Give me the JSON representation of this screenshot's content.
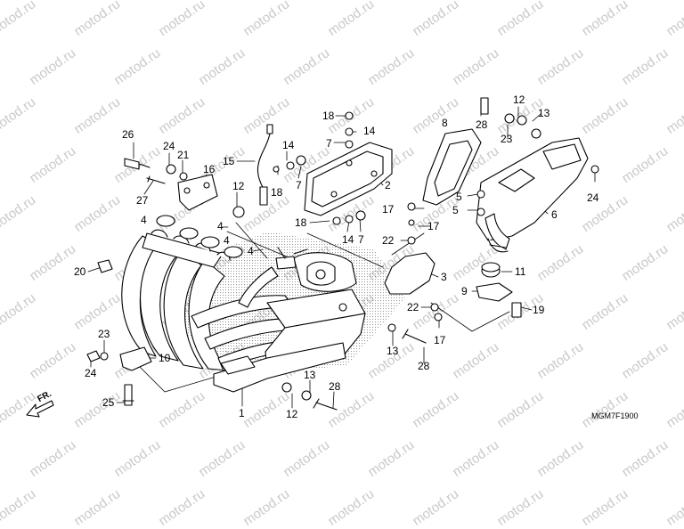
{
  "diagram_code": "MGM7F1900",
  "front_marker": "FR.",
  "watermark_text": "motod.ru",
  "callouts": [
    {
      "id": "c26",
      "label": "26"
    },
    {
      "id": "c24a",
      "label": "24"
    },
    {
      "id": "c21",
      "label": "21"
    },
    {
      "id": "c16",
      "label": "16"
    },
    {
      "id": "c27",
      "label": "27"
    },
    {
      "id": "c15",
      "label": "15"
    },
    {
      "id": "c12a",
      "label": "12"
    },
    {
      "id": "c18a",
      "label": "18"
    },
    {
      "id": "c14a",
      "label": "14"
    },
    {
      "id": "c7a",
      "label": "7"
    },
    {
      "id": "c14b",
      "label": "14"
    },
    {
      "id": "c18b",
      "label": "18"
    },
    {
      "id": "c7b",
      "label": "7"
    },
    {
      "id": "c2",
      "label": "2"
    },
    {
      "id": "c8",
      "label": "8"
    },
    {
      "id": "c28a",
      "label": "28"
    },
    {
      "id": "c12b",
      "label": "12"
    },
    {
      "id": "c13a",
      "label": "13"
    },
    {
      "id": "c23a",
      "label": "23"
    },
    {
      "id": "c24b",
      "label": "24"
    },
    {
      "id": "c5a",
      "label": "5"
    },
    {
      "id": "c5b",
      "label": "5"
    },
    {
      "id": "c6",
      "label": "6"
    },
    {
      "id": "c17a",
      "label": "17"
    },
    {
      "id": "c18c",
      "label": "18"
    },
    {
      "id": "c14c",
      "label": "14"
    },
    {
      "id": "c7c",
      "label": "7"
    },
    {
      "id": "c22a",
      "label": "22"
    },
    {
      "id": "c17b",
      "label": "17"
    },
    {
      "id": "c4a",
      "label": "4"
    },
    {
      "id": "c4b",
      "label": "4"
    },
    {
      "id": "c4c",
      "label": "4"
    },
    {
      "id": "c4d",
      "label": "4"
    },
    {
      "id": "c20",
      "label": "20"
    },
    {
      "id": "c3",
      "label": "3"
    },
    {
      "id": "c11",
      "label": "11"
    },
    {
      "id": "c9",
      "label": "9"
    },
    {
      "id": "c19",
      "label": "19"
    },
    {
      "id": "c22b",
      "label": "22"
    },
    {
      "id": "c17c",
      "label": "17"
    },
    {
      "id": "c13b",
      "label": "13"
    },
    {
      "id": "c28b",
      "label": "28"
    },
    {
      "id": "c23b",
      "label": "23"
    },
    {
      "id": "c24c",
      "label": "24"
    },
    {
      "id": "c10",
      "label": "10"
    },
    {
      "id": "c25",
      "label": "25"
    },
    {
      "id": "c1",
      "label": "1"
    },
    {
      "id": "c13c",
      "label": "13"
    },
    {
      "id": "c12c",
      "label": "12"
    },
    {
      "id": "c28c",
      "label": "28"
    }
  ]
}
